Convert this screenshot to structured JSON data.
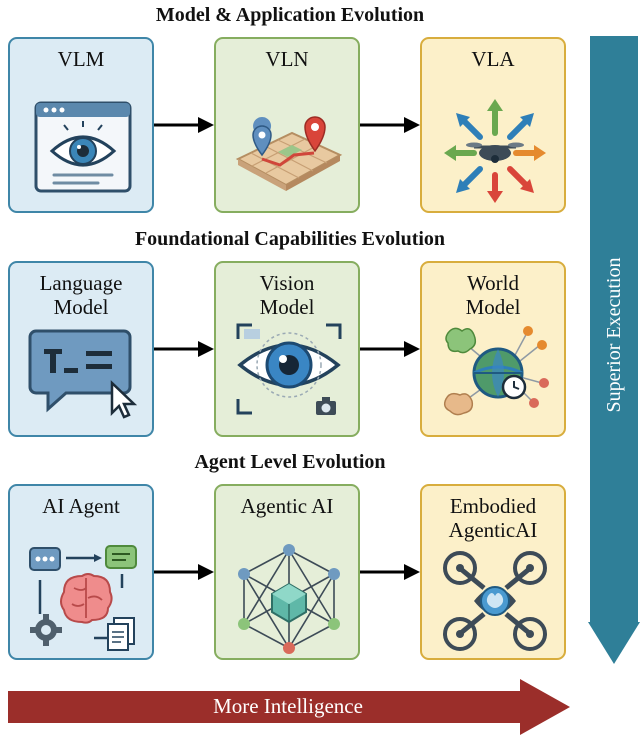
{
  "sections": [
    {
      "title": "Model & Application Evolution",
      "cards": [
        {
          "label": "VLM",
          "icon": "vlm-eye-window-icon"
        },
        {
          "label": "VLN",
          "icon": "vln-map-pins-icon"
        },
        {
          "label": "VLA",
          "icon": "vla-drone-arrows-icon"
        }
      ]
    },
    {
      "title": "Foundational Capabilities Evolution",
      "cards": [
        {
          "label": "Language\nModel",
          "icon": "language-chat-bubble-icon"
        },
        {
          "label": "Vision\nModel",
          "icon": "vision-eye-icon"
        },
        {
          "label": "World\nModel",
          "icon": "world-globe-icon"
        }
      ]
    },
    {
      "title": "Agent Level Evolution",
      "cards": [
        {
          "label": "AI Agent",
          "icon": "agent-brain-cycle-icon"
        },
        {
          "label": "Agentic AI",
          "icon": "agentic-network-icon"
        },
        {
          "label": "Embodied\nAgenticAI",
          "icon": "embodied-drone-brain-icon"
        }
      ]
    }
  ],
  "axes": {
    "vertical_label": "Superior Execution",
    "horizontal_label": "More Intelligence"
  },
  "colors": {
    "blue_card": "#dcebf4",
    "green_card": "#e5eed8",
    "yellow_card": "#fcf0c9",
    "vertical_arrow": "#2f7f98",
    "horizontal_arrow": "#9b2e2a"
  }
}
